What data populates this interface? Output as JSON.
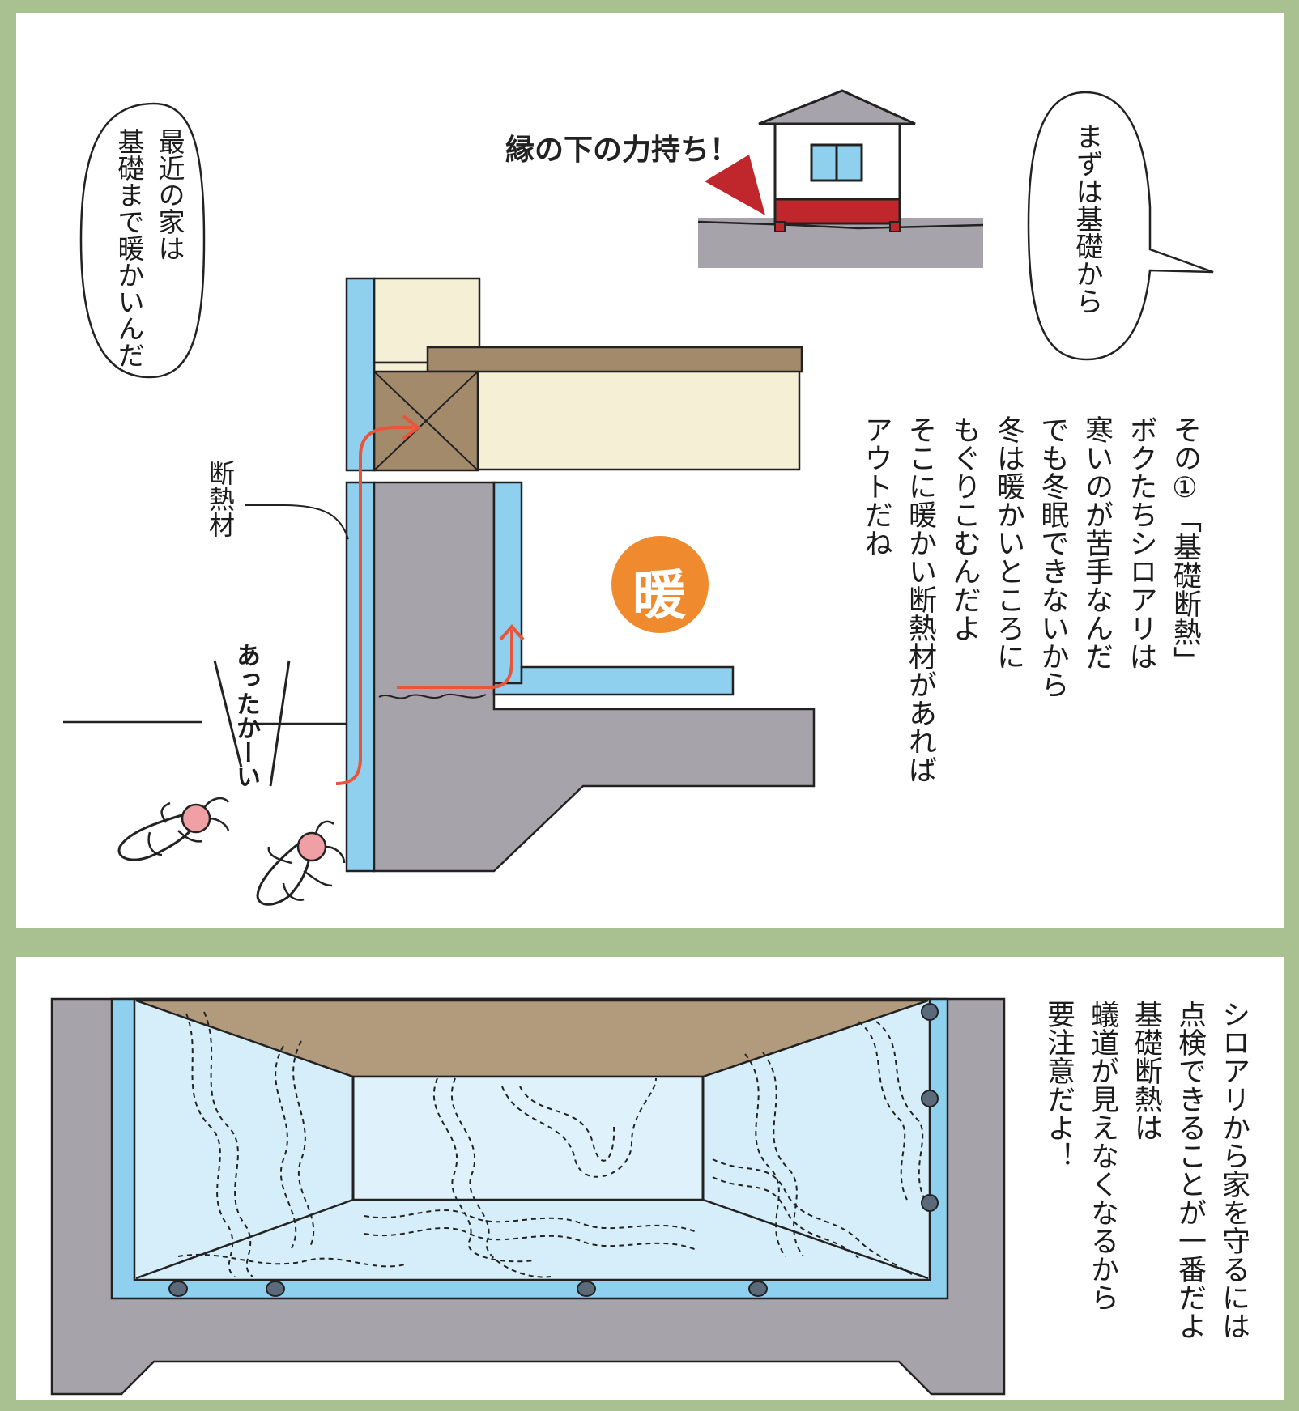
{
  "top_panel": {
    "bubble_left": "最近の家は\n基礎まで暖かいんだ",
    "bubble_right": "まずは基礎から",
    "house_caption": "縁の下の力持ち！",
    "insulation_label": "断熱材",
    "warm_badge": "暖",
    "warm_exclamation": "あったかーい",
    "main_text": "その①「基礎断熱」\nボクたちシロアリは\n寒いのが苦手なんだ\nでも冬眠できないから\n冬は暖かいところに\nもぐりこむんだよ\nそこに暖かい断熱材があれば\nアウトだね"
  },
  "bottom_panel": {
    "text": "シロアリから家を守るには\n点検できることが一番だよ\n基礎断熱は\n蟻道が見えなくなるから\n要注意だよ！"
  },
  "colors": {
    "panel_border": "#a9c190",
    "insulation_blue": "#8fd0ee",
    "concrete_gray": "#a7a3aa",
    "wood_brown": "#a38a6b",
    "floor_cream": "#f5efd6",
    "arrow_red": "#e8553a",
    "warm_orange": "#ef8a2e",
    "house_red": "#c0272d"
  }
}
